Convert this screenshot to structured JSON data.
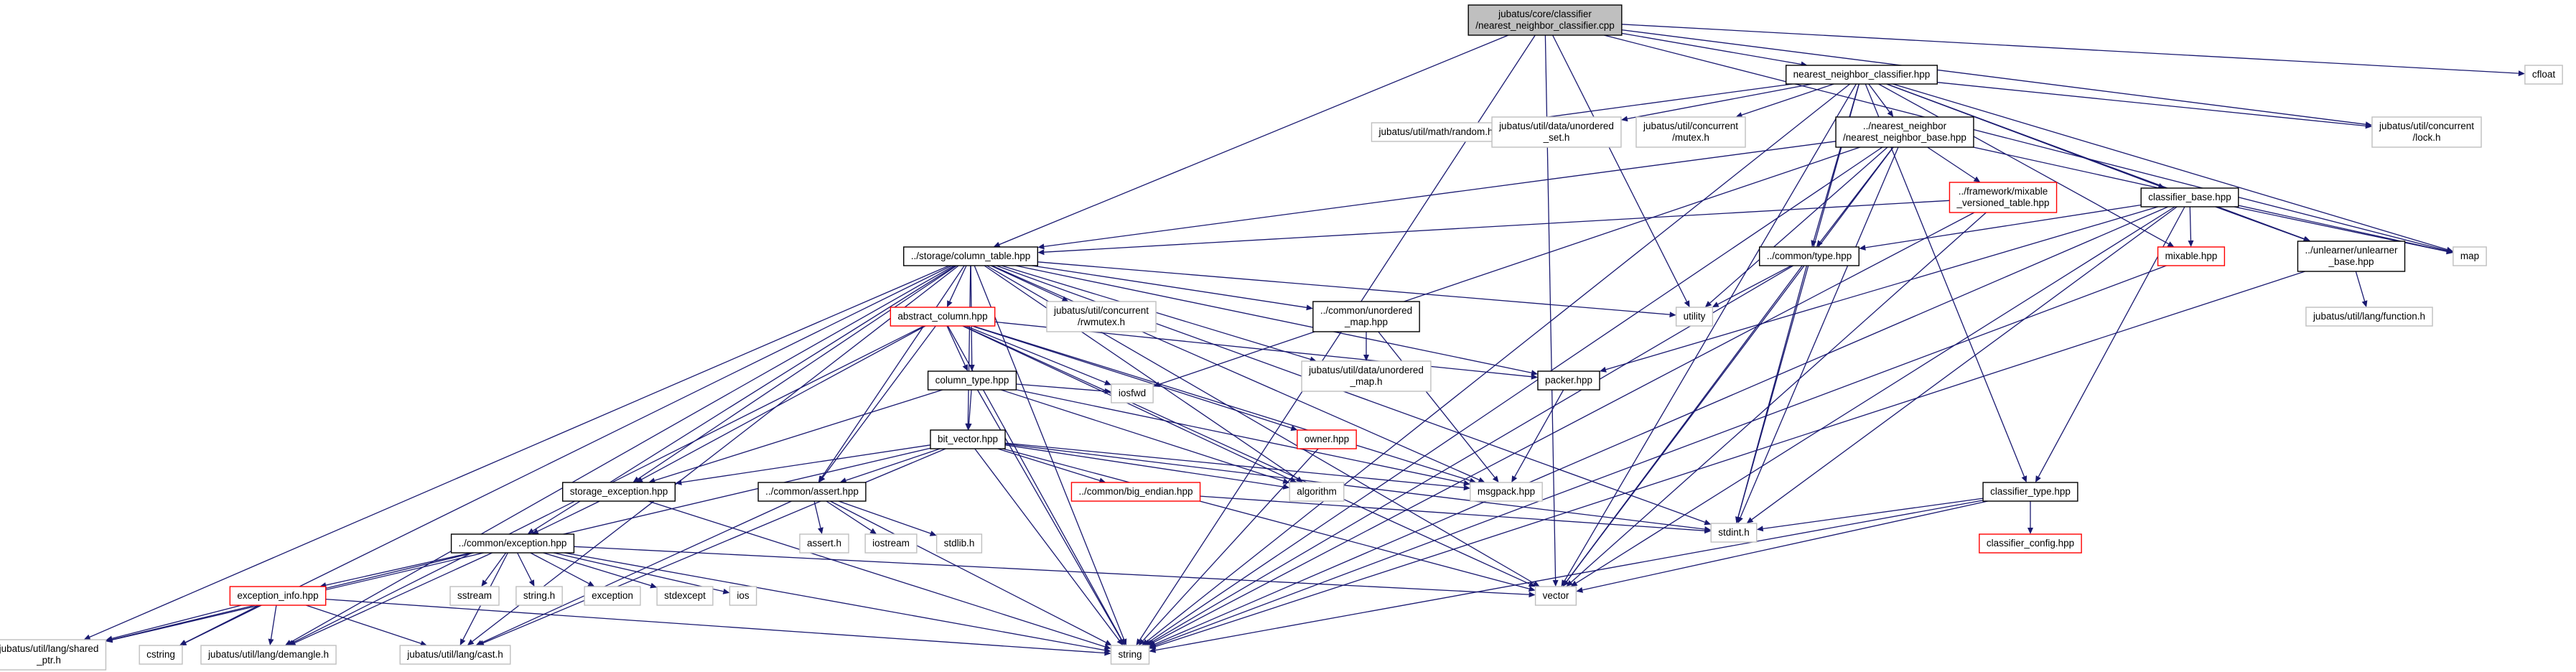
{
  "diagram": {
    "nodes": [
      {
        "id": "root",
        "lines": [
          "jubatus/core/classifier",
          "/nearest_neighbor_classifier.cpp"
        ],
        "style": "root"
      },
      {
        "id": "nnc",
        "lines": [
          "nearest_neighbor_classifier.hpp"
        ],
        "style": "doc"
      },
      {
        "id": "cfloat",
        "lines": [
          "cfloat"
        ],
        "style": "sys"
      },
      {
        "id": "random",
        "lines": [
          "jubatus/util/math/random.h"
        ],
        "style": "sys"
      },
      {
        "id": "uset",
        "lines": [
          "jubatus/util/data/unordered",
          "_set.h"
        ],
        "style": "sys"
      },
      {
        "id": "mutex",
        "lines": [
          "jubatus/util/concurrent",
          "/mutex.h"
        ],
        "style": "sys"
      },
      {
        "id": "nnbase",
        "lines": [
          "../nearest_neighbor",
          "/nearest_neighbor_base.hpp"
        ],
        "style": "doc"
      },
      {
        "id": "lock",
        "lines": [
          "jubatus/util/concurrent",
          "/lock.h"
        ],
        "style": "sys"
      },
      {
        "id": "mixver",
        "lines": [
          "../framework/mixable",
          "_versioned_table.hpp"
        ],
        "style": "red"
      },
      {
        "id": "cbase",
        "lines": [
          "classifier_base.hpp"
        ],
        "style": "doc"
      },
      {
        "id": "coltab",
        "lines": [
          "../storage/column_table.hpp"
        ],
        "style": "doc"
      },
      {
        "id": "ctype",
        "lines": [
          "../common/type.hpp"
        ],
        "style": "doc"
      },
      {
        "id": "mixable",
        "lines": [
          "mixable.hpp"
        ],
        "style": "red"
      },
      {
        "id": "unlearner",
        "lines": [
          "../unlearner/unlearner",
          "_base.hpp"
        ],
        "style": "doc"
      },
      {
        "id": "map",
        "lines": [
          "map"
        ],
        "style": "sys"
      },
      {
        "id": "abscol",
        "lines": [
          "abstract_column.hpp"
        ],
        "style": "red"
      },
      {
        "id": "rwmutex",
        "lines": [
          "jubatus/util/concurrent",
          "/rwmutex.h"
        ],
        "style": "sys"
      },
      {
        "id": "umaphpp",
        "lines": [
          "../common/unordered",
          "_map.hpp"
        ],
        "style": "doc"
      },
      {
        "id": "utility",
        "lines": [
          "utility"
        ],
        "style": "sys"
      },
      {
        "id": "function",
        "lines": [
          "jubatus/util/lang/function.h"
        ],
        "style": "sys"
      },
      {
        "id": "umaph",
        "lines": [
          "jubatus/util/data/unordered",
          "_map.h"
        ],
        "style": "sys"
      },
      {
        "id": "packer",
        "lines": [
          "packer.hpp"
        ],
        "style": "doc"
      },
      {
        "id": "coltype",
        "lines": [
          "column_type.hpp"
        ],
        "style": "doc"
      },
      {
        "id": "iosfwd",
        "lines": [
          "iosfwd"
        ],
        "style": "sys"
      },
      {
        "id": "bitvec",
        "lines": [
          "bit_vector.hpp"
        ],
        "style": "doc"
      },
      {
        "id": "owner",
        "lines": [
          "owner.hpp"
        ],
        "style": "red"
      },
      {
        "id": "algorithm",
        "lines": [
          "algorithm"
        ],
        "style": "sys"
      },
      {
        "id": "msgpack",
        "lines": [
          "msgpack.hpp"
        ],
        "style": "sys"
      },
      {
        "id": "stoexc",
        "lines": [
          "storage_exception.hpp"
        ],
        "style": "doc"
      },
      {
        "id": "assert",
        "lines": [
          "../common/assert.hpp"
        ],
        "style": "doc"
      },
      {
        "id": "bigend",
        "lines": [
          "../common/big_endian.hpp"
        ],
        "style": "red"
      },
      {
        "id": "ctypehpp",
        "lines": [
          "classifier_type.hpp"
        ],
        "style": "doc"
      },
      {
        "id": "asserth",
        "lines": [
          "assert.h"
        ],
        "style": "sys"
      },
      {
        "id": "iostream",
        "lines": [
          "iostream"
        ],
        "style": "sys"
      },
      {
        "id": "stdlib",
        "lines": [
          "stdlib.h"
        ],
        "style": "sys"
      },
      {
        "id": "stdint",
        "lines": [
          "stdint.h"
        ],
        "style": "sys"
      },
      {
        "id": "cconfig",
        "lines": [
          "classifier_config.hpp"
        ],
        "style": "red"
      },
      {
        "id": "cexc",
        "lines": [
          "../common/exception.hpp"
        ],
        "style": "doc"
      },
      {
        "id": "vector",
        "lines": [
          "vector"
        ],
        "style": "sys"
      },
      {
        "id": "einfo",
        "lines": [
          "exception_info.hpp"
        ],
        "style": "red"
      },
      {
        "id": "sstream",
        "lines": [
          "sstream"
        ],
        "style": "sys"
      },
      {
        "id": "stringh",
        "lines": [
          "string.h"
        ],
        "style": "sys"
      },
      {
        "id": "exception",
        "lines": [
          "exception"
        ],
        "style": "sys"
      },
      {
        "id": "stdexcept",
        "lines": [
          "stdexcept"
        ],
        "style": "sys"
      },
      {
        "id": "ios",
        "lines": [
          "ios"
        ],
        "style": "sys"
      },
      {
        "id": "sharedptr",
        "lines": [
          "jubatus/util/lang/shared",
          "_ptr.h"
        ],
        "style": "sys"
      },
      {
        "id": "cstring",
        "lines": [
          "cstring"
        ],
        "style": "sys"
      },
      {
        "id": "demangle",
        "lines": [
          "jubatus/util/lang/demangle.h"
        ],
        "style": "sys"
      },
      {
        "id": "cast",
        "lines": [
          "jubatus/util/lang/cast.h"
        ],
        "style": "sys"
      },
      {
        "id": "string",
        "lines": [
          "string"
        ],
        "style": "sys"
      }
    ],
    "edges": [
      [
        "root",
        "nnc"
      ],
      [
        "root",
        "cfloat"
      ],
      [
        "root",
        "coltab"
      ],
      [
        "root",
        "map"
      ],
      [
        "root",
        "utility"
      ],
      [
        "root",
        "string"
      ],
      [
        "root",
        "vector"
      ],
      [
        "root",
        "lock"
      ],
      [
        "nnc",
        "random"
      ],
      [
        "nnc",
        "uset"
      ],
      [
        "nnc",
        "mutex"
      ],
      [
        "nnc",
        "lock"
      ],
      [
        "nnc",
        "nnbase"
      ],
      [
        "nnc",
        "cbase"
      ],
      [
        "nnc",
        "ctype"
      ],
      [
        "nnc",
        "mixable"
      ],
      [
        "nnc",
        "unlearner"
      ],
      [
        "nnc",
        "map"
      ],
      [
        "nnc",
        "stdint"
      ],
      [
        "nnc",
        "string"
      ],
      [
        "nnc",
        "vector"
      ],
      [
        "nnc",
        "ctypehpp"
      ],
      [
        "nnbase",
        "mixver"
      ],
      [
        "nnbase",
        "coltab"
      ],
      [
        "nnbase",
        "ctype"
      ],
      [
        "nnbase",
        "utility"
      ],
      [
        "nnbase",
        "iosfwd"
      ],
      [
        "nnbase",
        "stdint"
      ],
      [
        "nnbase",
        "vector"
      ],
      [
        "nnbase",
        "string"
      ],
      [
        "nnbase",
        "map"
      ],
      [
        "mixver",
        "coltab"
      ],
      [
        "mixver",
        "vector"
      ],
      [
        "mixver",
        "string"
      ],
      [
        "cbase",
        "ctype"
      ],
      [
        "cbase",
        "mixable"
      ],
      [
        "cbase",
        "unlearner"
      ],
      [
        "cbase",
        "packer"
      ],
      [
        "cbase",
        "ctypehpp"
      ],
      [
        "cbase",
        "stdint"
      ],
      [
        "cbase",
        "vector"
      ],
      [
        "cbase",
        "string"
      ],
      [
        "cbase",
        "map"
      ],
      [
        "unlearner",
        "function"
      ],
      [
        "unlearner",
        "string"
      ],
      [
        "mixable",
        "string"
      ],
      [
        "ctype",
        "utility"
      ],
      [
        "ctype",
        "stdint"
      ],
      [
        "ctype",
        "vector"
      ],
      [
        "ctype",
        "string"
      ],
      [
        "coltab",
        "abscol"
      ],
      [
        "coltab",
        "rwmutex"
      ],
      [
        "coltab",
        "umaphpp"
      ],
      [
        "coltab",
        "utility"
      ],
      [
        "coltab",
        "packer"
      ],
      [
        "coltab",
        "coltype"
      ],
      [
        "coltab",
        "bitvec"
      ],
      [
        "coltab",
        "stoexc"
      ],
      [
        "coltab",
        "assert"
      ],
      [
        "coltab",
        "cexc"
      ],
      [
        "coltab",
        "algorithm"
      ],
      [
        "coltab",
        "msgpack"
      ],
      [
        "coltab",
        "stdint"
      ],
      [
        "coltab",
        "vector"
      ],
      [
        "coltab",
        "string"
      ],
      [
        "coltab",
        "sharedptr"
      ],
      [
        "coltab",
        "cstring"
      ],
      [
        "coltab",
        "cast"
      ],
      [
        "coltab",
        "umaph"
      ],
      [
        "coltab",
        "demangle"
      ],
      [
        "abscol",
        "coltype"
      ],
      [
        "abscol",
        "packer"
      ],
      [
        "abscol",
        "owner"
      ],
      [
        "abscol",
        "iosfwd"
      ],
      [
        "abscol",
        "stoexc"
      ],
      [
        "abscol",
        "assert"
      ],
      [
        "abscol",
        "algorithm"
      ],
      [
        "abscol",
        "msgpack"
      ],
      [
        "abscol",
        "vector"
      ],
      [
        "abscol",
        "string"
      ],
      [
        "abscol",
        "demangle"
      ],
      [
        "umaphpp",
        "umaph"
      ],
      [
        "umaphpp",
        "msgpack"
      ],
      [
        "packer",
        "msgpack"
      ],
      [
        "coltype",
        "bitvec"
      ],
      [
        "coltype",
        "iosfwd"
      ],
      [
        "coltype",
        "stoexc"
      ],
      [
        "coltype",
        "algorithm"
      ],
      [
        "coltype",
        "msgpack"
      ],
      [
        "coltype",
        "string"
      ],
      [
        "bitvec",
        "stoexc"
      ],
      [
        "bitvec",
        "assert"
      ],
      [
        "bitvec",
        "bigend"
      ],
      [
        "bitvec",
        "algorithm"
      ],
      [
        "bitvec",
        "msgpack"
      ],
      [
        "bitvec",
        "stdint"
      ],
      [
        "bitvec",
        "vector"
      ],
      [
        "bitvec",
        "string"
      ],
      [
        "bitvec",
        "sharedptr"
      ],
      [
        "bitvec",
        "cast"
      ],
      [
        "owner",
        "string"
      ],
      [
        "bigend",
        "stdint"
      ],
      [
        "stoexc",
        "cexc"
      ],
      [
        "stoexc",
        "string"
      ],
      [
        "assert",
        "asserth"
      ],
      [
        "assert",
        "iostream"
      ],
      [
        "assert",
        "stdlib"
      ],
      [
        "assert",
        "string"
      ],
      [
        "assert",
        "cast"
      ],
      [
        "ctypehpp",
        "cconfig"
      ],
      [
        "ctypehpp",
        "stdint"
      ],
      [
        "ctypehpp",
        "vector"
      ],
      [
        "ctypehpp",
        "string"
      ],
      [
        "cexc",
        "einfo"
      ],
      [
        "cexc",
        "sstream"
      ],
      [
        "cexc",
        "stringh"
      ],
      [
        "cexc",
        "exception"
      ],
      [
        "cexc",
        "stdexcept"
      ],
      [
        "cexc",
        "ios"
      ],
      [
        "cexc",
        "vector"
      ],
      [
        "cexc",
        "string"
      ],
      [
        "cexc",
        "sharedptr"
      ],
      [
        "cexc",
        "demangle"
      ],
      [
        "cexc",
        "cast"
      ],
      [
        "einfo",
        "string"
      ],
      [
        "einfo",
        "cstring"
      ],
      [
        "einfo",
        "sharedptr"
      ],
      [
        "einfo",
        "demangle"
      ],
      [
        "einfo",
        "cast"
      ]
    ]
  }
}
